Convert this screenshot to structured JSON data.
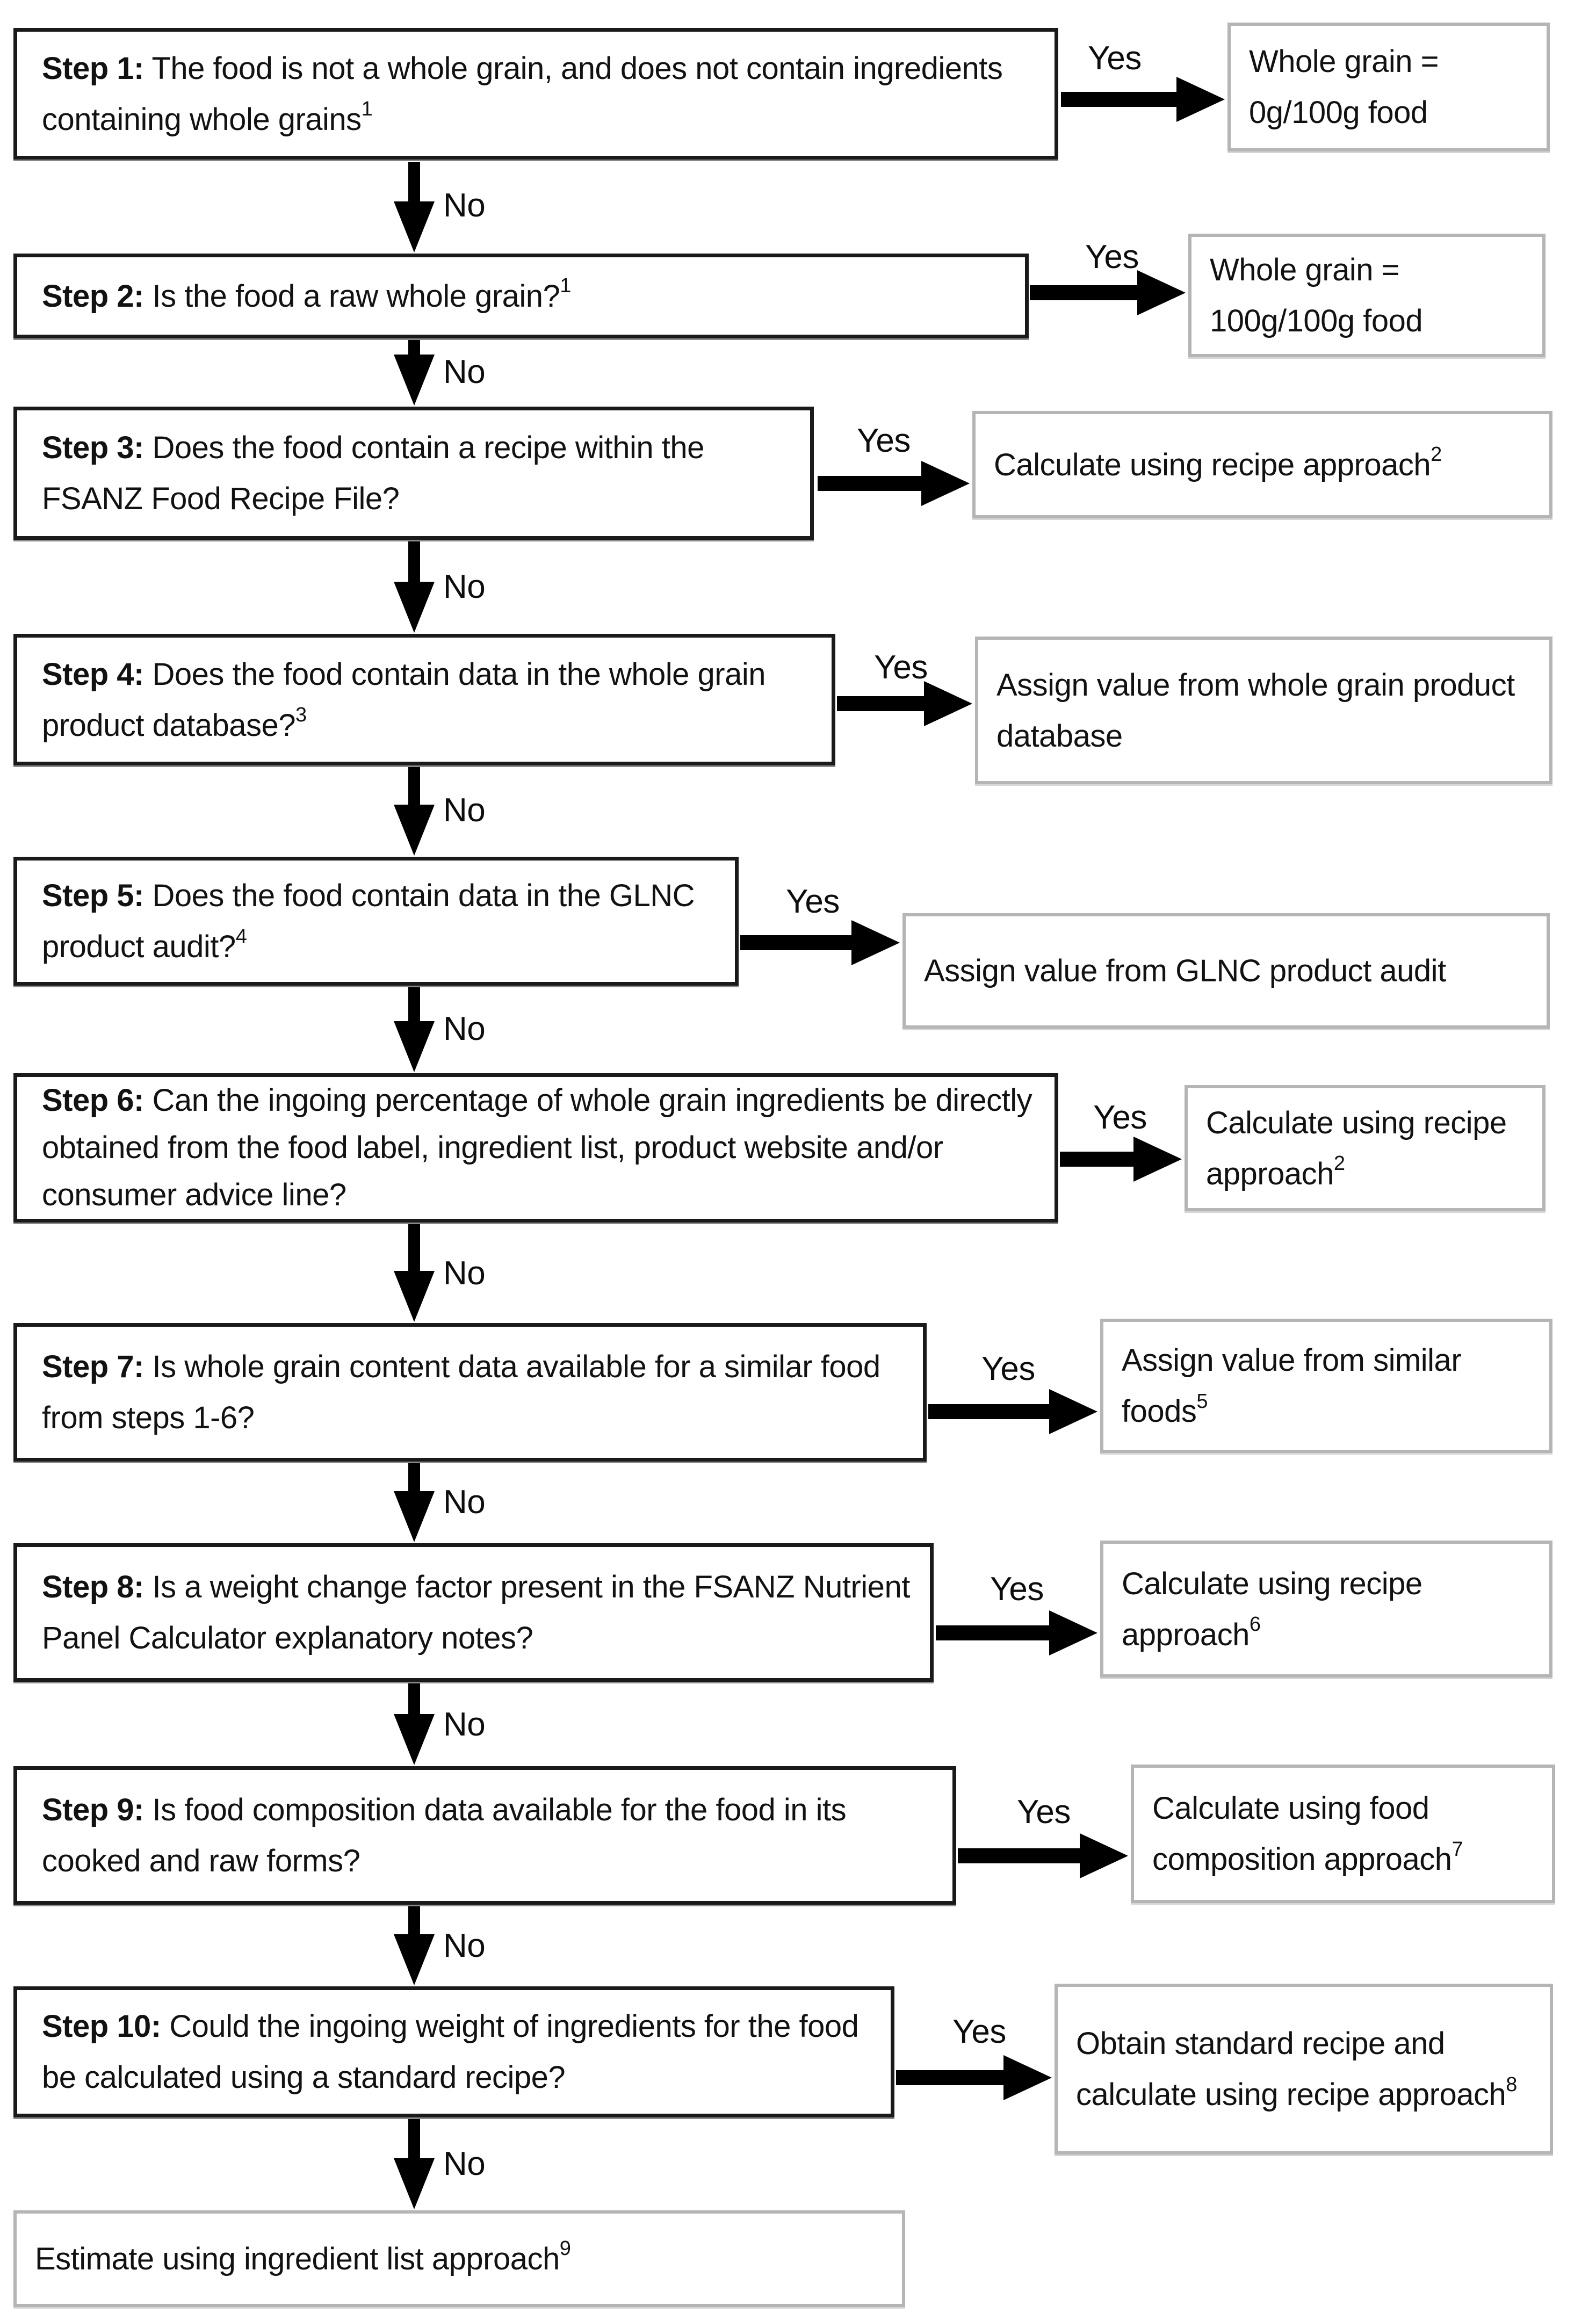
{
  "labels": {
    "yes": "Yes",
    "no": "No"
  },
  "steps": [
    {
      "prefix": "Step 1:",
      "question": " The food is not a whole grain, and does not contain ingredients containing whole grains",
      "sup": "1",
      "result": {
        "text": "Whole grain = 0g/100g food",
        "sup": ""
      }
    },
    {
      "prefix": "Step 2:",
      "question": " Is the food a raw whole grain?",
      "sup": "1",
      "result": {
        "text": "Whole grain = 100g/100g food",
        "sup": ""
      }
    },
    {
      "prefix": "Step 3:",
      "question": " Does the food contain a recipe within the FSANZ Food Recipe File?",
      "sup": "",
      "result": {
        "text": "Calculate using recipe approach",
        "sup": "2"
      }
    },
    {
      "prefix": "Step 4:",
      "question": " Does the food contain data in the whole grain product database?",
      "sup": "3",
      "result": {
        "text": "Assign value from whole grain product database",
        "sup": ""
      }
    },
    {
      "prefix": "Step 5:",
      "question": " Does the food contain data in the GLNC product audit?",
      "sup": "4",
      "result": {
        "text": "Assign value from GLNC product audit",
        "sup": ""
      }
    },
    {
      "prefix": "Step 6:",
      "question": " Can the ingoing percentage of whole grain ingredients be directly obtained from the food label, ingredient list, product website and/or consumer advice line?",
      "sup": "",
      "result": {
        "text": "Calculate using recipe approach",
        "sup": "2"
      }
    },
    {
      "prefix": "Step 7:",
      "question": " Is whole grain content data available for a similar food from steps 1-6?",
      "sup": "",
      "result": {
        "text": "Assign value from similar foods",
        "sup": "5"
      }
    },
    {
      "prefix": "Step 8:",
      "question": " Is a weight change factor present in the FSANZ Nutrient Panel Calculator explanatory notes?",
      "sup": "",
      "result": {
        "text": "Calculate using recipe approach",
        "sup": "6"
      }
    },
    {
      "prefix": "Step 9:",
      "question": " Is food composition data available for the food in its cooked and raw forms?",
      "sup": "",
      "result": {
        "text": "Calculate using food composition approach",
        "sup": "7"
      }
    },
    {
      "prefix": "Step 10:",
      "question": " Could the ingoing weight of ingredients for the food be calculated using a standard recipe?",
      "sup": "",
      "result": {
        "text": "Obtain standard recipe and calculate using recipe approach",
        "sup": "8"
      }
    }
  ],
  "final": {
    "text": "Estimate using ingredient list approach",
    "sup": "9"
  }
}
